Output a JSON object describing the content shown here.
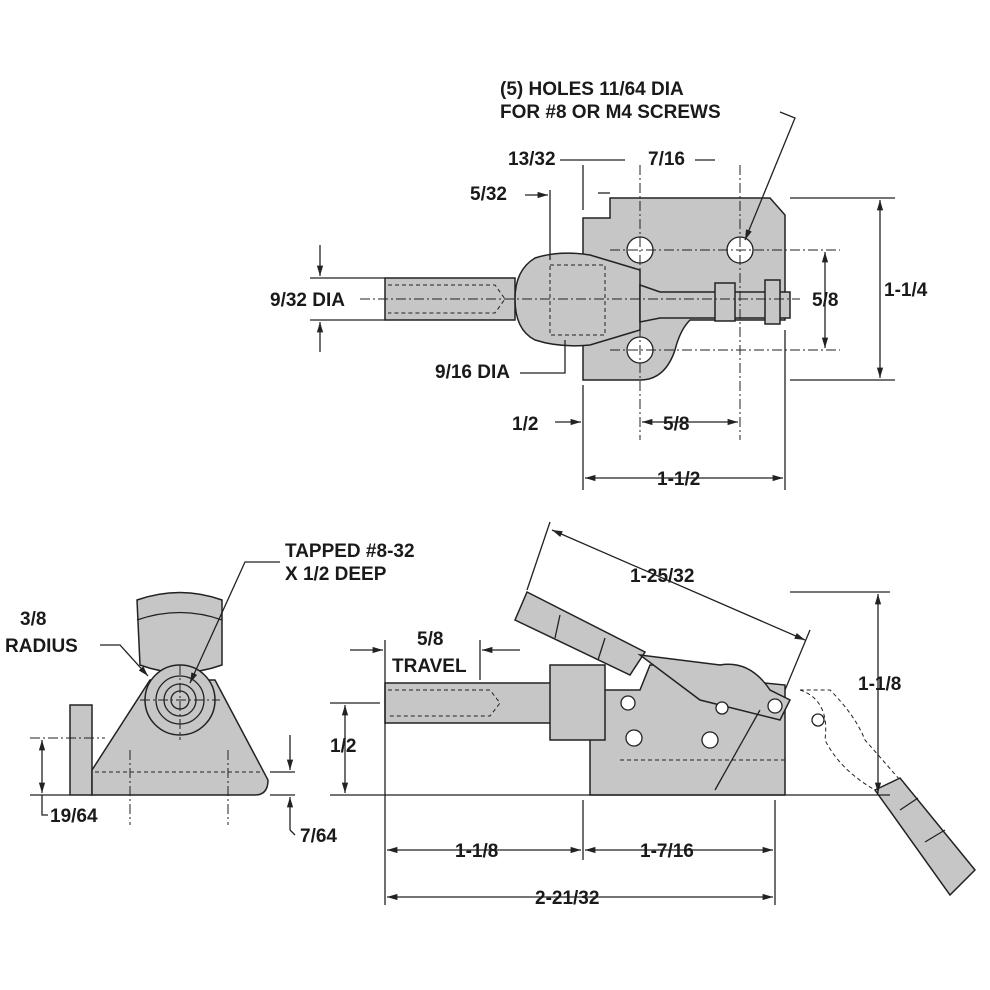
{
  "top_view": {
    "holes_note_line1": "(5) HOLES 11/64 DIA",
    "holes_note_line2": "FOR #8 OR M4 SCREWS",
    "dim_13_32": "13/32",
    "dim_7_16": "7/16",
    "dim_5_32": "5/32",
    "dim_9_32_dia": "9/32 DIA",
    "dim_9_16_dia": "9/16 DIA",
    "dim_1_2": "1/2",
    "dim_5_8_horiz": "5/8",
    "dim_1_1_2": "1-1/2",
    "dim_5_8_vert": "5/8",
    "dim_1_1_4": "1-1/4"
  },
  "front_view": {
    "tapped_line1": "TAPPED #8-32",
    "tapped_line2": "X 1/2 DEEP",
    "radius_line1": "3/8",
    "radius_line2": "RADIUS",
    "dim_19_64": "19/64",
    "dim_7_64": "7/64"
  },
  "side_view": {
    "travel_line1": "5/8",
    "travel_line2": "TRAVEL",
    "dim_1_25_32": "1-25/32",
    "dim_1_1_8_vert": "1-1/8",
    "dim_1_2": "1/2",
    "dim_1_1_8": "1-1/8",
    "dim_1_7_16": "1-7/16",
    "dim_2_21_32": "2-21/32"
  }
}
